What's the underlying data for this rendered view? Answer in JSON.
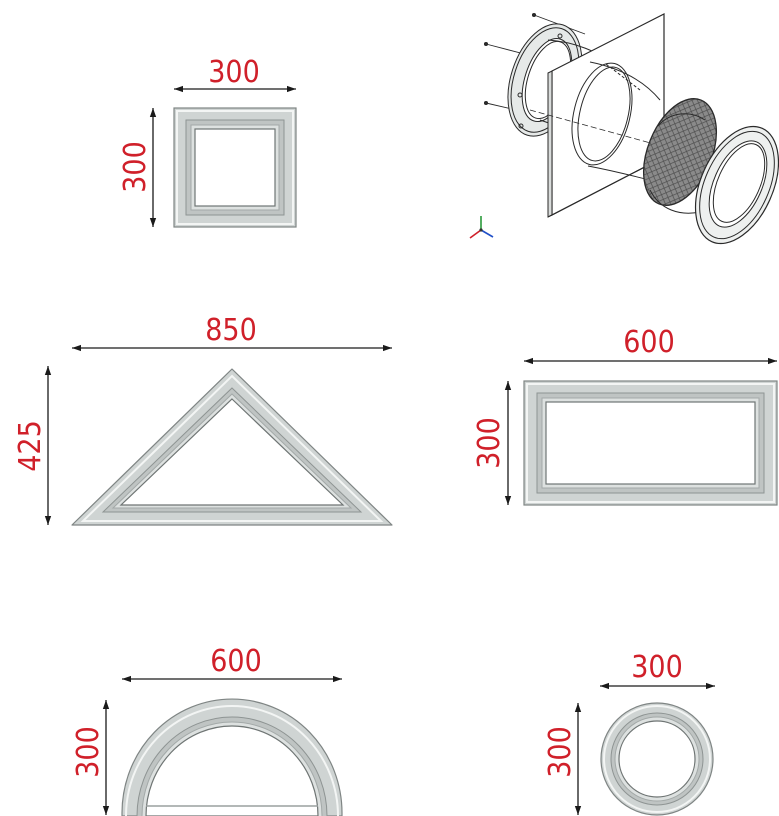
{
  "colors": {
    "dimension_text": "#d0202a",
    "dimension_line": "#1a1a1a",
    "frame_fill": "#cfd4d3",
    "frame_light": "#eef0ef",
    "frame_dark": "#8e9493",
    "mesh": "#6d6d6d"
  },
  "frames": [
    {
      "shape": "square",
      "width_label": "300",
      "height_label": "300"
    },
    {
      "shape": "triangle",
      "width_label": "850",
      "height_label": "425"
    },
    {
      "shape": "rectangle",
      "width_label": "600",
      "height_label": "300"
    },
    {
      "shape": "semicircle",
      "width_label": "600",
      "height_label": "300"
    },
    {
      "shape": "circle",
      "width_label": "300",
      "height_label": "300"
    }
  ],
  "exploded_view": {
    "axis_gizmo_icon": "xyz-axis-icon"
  }
}
